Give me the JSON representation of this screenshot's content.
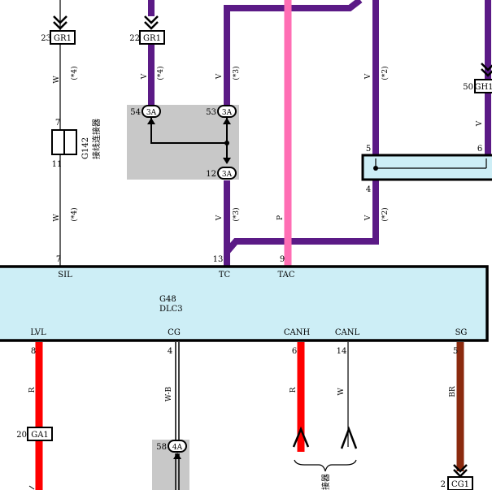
{
  "component": {
    "name": "G48",
    "label": "DLC3",
    "top_pins": [
      {
        "num": "7",
        "name": "SIL"
      },
      {
        "num": "13",
        "name": "TC"
      },
      {
        "num": "9",
        "name": "TAC"
      }
    ],
    "bottom_pins": [
      {
        "num": "8",
        "name": "LVL"
      },
      {
        "num": "4",
        "name": "CG"
      },
      {
        "num": "6",
        "name": "CANH"
      },
      {
        "num": "14",
        "name": "CANL"
      },
      {
        "num": "5",
        "name": "SG"
      }
    ]
  },
  "connectors": {
    "gr1_a": {
      "pin": "23",
      "label": "GR1"
    },
    "gr1_b": {
      "pin": "22",
      "label": "GR1"
    },
    "gh1": {
      "pin": "50",
      "label": "GH1"
    },
    "ga1": {
      "pin": "20",
      "label": "GA1"
    },
    "cg1": {
      "pin": "2",
      "label": "CG1"
    },
    "g142": {
      "pin_top": "7",
      "pin_bottom": "11",
      "name": "G142",
      "desc": "接线连接器"
    }
  },
  "junction_3a": {
    "pins": [
      {
        "num": "54",
        "label": "3A"
      },
      {
        "num": "53",
        "label": "3A"
      },
      {
        "num": "12",
        "label": "3A"
      }
    ]
  },
  "junction_4a": {
    "num": "58",
    "label": "4A"
  },
  "block_right": {
    "pin_top_left": "5",
    "pin_top_right": "6",
    "pin_bottom": "4"
  },
  "wire_labels": {
    "w1_color": "W",
    "w1_note": "(*4)",
    "w2_color": "V",
    "w2_note": "(*4)",
    "w3_color": "V",
    "w3_note": "(*3)",
    "w4_color": "V",
    "w4_note": "(*2)",
    "w5_color": "V",
    "w6_color": "W",
    "w6_note": "(*4)",
    "w7_color": "V",
    "w7_note": "(*3)",
    "w8_color": "P",
    "w9_color": "V",
    "w9_note": "(*2)",
    "b1_color": "R",
    "b2_color": "W-B",
    "b3_color": "R",
    "b4_color": "W",
    "b5_color": "BR"
  },
  "bottom_note": "接器",
  "colors": {
    "violet": "#5b1a86",
    "pink": "#ff6eb4",
    "red": "#ff0000",
    "brown": "#8b2a0e",
    "box_fill": "#cdeef6",
    "junction_fill": "#c8c8c8"
  }
}
